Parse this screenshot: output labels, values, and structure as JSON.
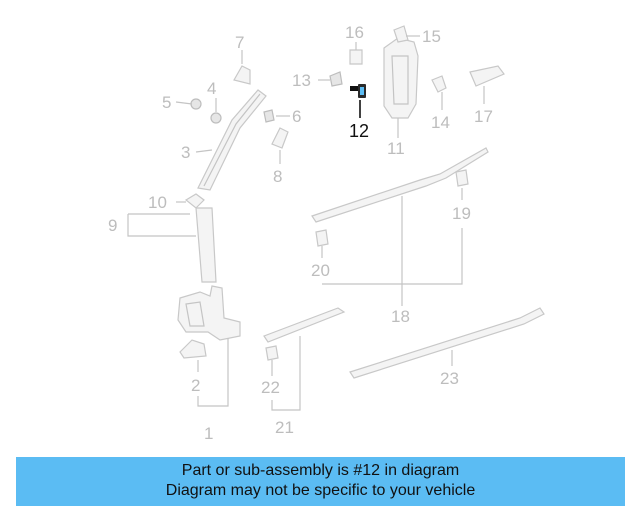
{
  "diagram": {
    "highlight_color": "#111111",
    "part_color": "#bdbdbd",
    "callouts": [
      "1",
      "2",
      "3",
      "4",
      "5",
      "6",
      "7",
      "8",
      "9",
      "10",
      "11",
      "12",
      "13",
      "14",
      "15",
      "16",
      "17",
      "18",
      "19",
      "20",
      "21",
      "22",
      "23"
    ],
    "highlighted_callout": "12"
  },
  "banner": {
    "background": "#5bbcf3",
    "line1": "Part or sub-assembly is #12 in diagram",
    "line2": "Diagram may not be specific to your vehicle"
  }
}
